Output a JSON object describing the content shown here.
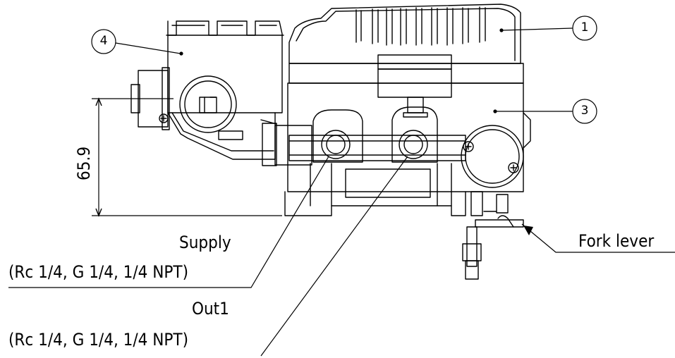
{
  "balloons": [
    {
      "id": "b1",
      "number": "1"
    },
    {
      "id": "b3",
      "number": "3"
    },
    {
      "id": "b4",
      "number": "4"
    }
  ],
  "dimension": {
    "value": "65.9"
  },
  "labels": {
    "supply_title": "Supply",
    "supply_spec": "(Rc 1/4, G 1/4, 1/4 NPT)",
    "out1_title": "Out1",
    "out1_spec": "(Rc 1/4, G 1/4, 1/4 NPT)",
    "fork_lever": "Fork lever"
  },
  "colors": {
    "line": "#000000",
    "background": "#ffffff"
  }
}
